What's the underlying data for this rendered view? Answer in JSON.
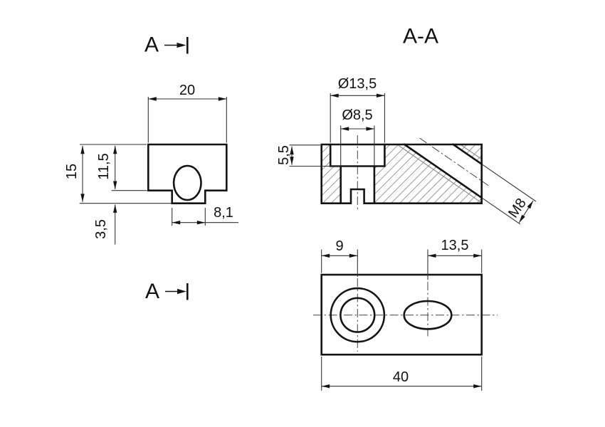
{
  "colors": {
    "background": "#ffffff",
    "outline": "#141414",
    "dimension_lines": "#333333",
    "hatch": "#999999",
    "centerline": "#444444"
  },
  "labels": {
    "section_marker": "A",
    "section_title": "A-A",
    "front_view": {
      "width": "20",
      "total_height": "15",
      "body_height": "11,5",
      "tongue_height": "3,5",
      "tongue_width": "8,1"
    },
    "section_view": {
      "counterbore_dia": "Ø13,5",
      "hole_dia": "Ø8,5",
      "counterbore_depth": "5,5",
      "thread": "M8"
    },
    "top_view": {
      "hole_center_offset": "9",
      "thread_center_offset": "13,5",
      "length": "40"
    }
  }
}
